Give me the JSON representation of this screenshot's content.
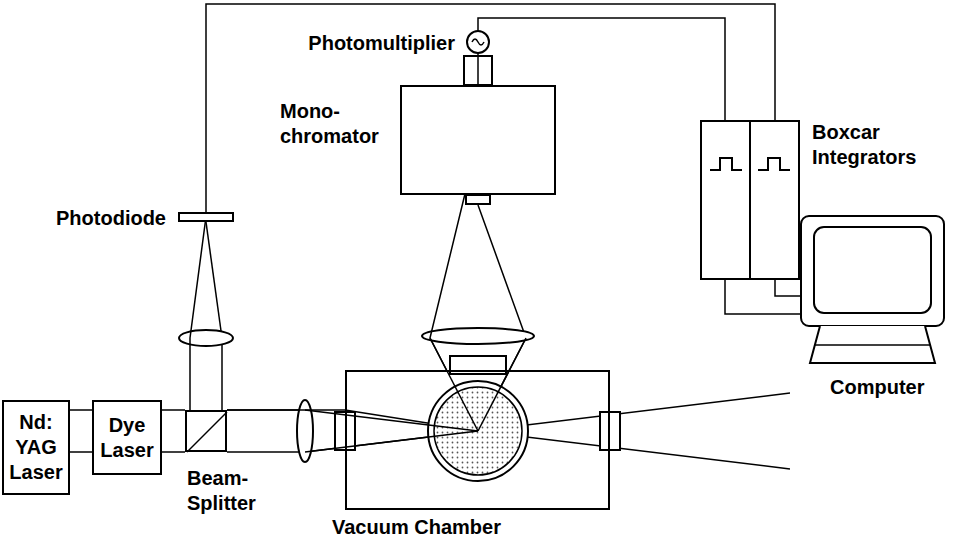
{
  "diagram": {
    "nodes": [
      {
        "text": [
          "Nd: YAG Laser"
        ]
      },
      {
        "text": [
          "Dye Laser"
        ]
      },
      {
        "text": [
          "Beam- Splitter"
        ]
      },
      {
        "text": [
          "Photodiode"
        ]
      },
      {
        "text": [
          "Vacuum Chamber"
        ]
      },
      {
        "text": [
          "Mono- chromator"
        ]
      },
      {
        "text": [
          "Photomultiplier"
        ]
      },
      {
        "text": [
          "Boxcar Integrators"
        ]
      },
      {
        "text": [
          "Computer"
        ]
      }
    ],
    "edges": [
      {
        "from": 0,
        "to": 1,
        "arrow": "none"
      },
      {
        "from": 1,
        "to": 2,
        "arrow": "none"
      },
      {
        "from": 2,
        "to": 3,
        "arrow": "none"
      },
      {
        "from": 2,
        "to": 4,
        "arrow": "none"
      },
      {
        "from": 4,
        "to": 5,
        "arrow": "none"
      },
      {
        "from": 5,
        "to": 6,
        "arrow": "none"
      },
      {
        "from": 6,
        "to": 7,
        "arrow": "none"
      },
      {
        "from": 3,
        "to": 7,
        "arrow": "none"
      },
      {
        "from": 7,
        "to": 8,
        "arrow": "none"
      }
    ]
  }
}
